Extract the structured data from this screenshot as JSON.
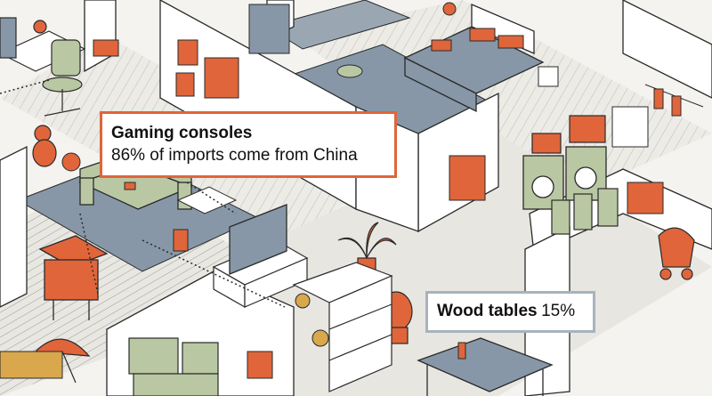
{
  "callouts": {
    "gaming": {
      "title": "Gaming consoles",
      "subtitle": "86% of imports come from China",
      "border_color": "#e0653a"
    },
    "wood": {
      "title": "Wood tables",
      "percent": "15%",
      "border_color": "#a7b3bd"
    }
  },
  "palette": {
    "background": "#f4f3ef",
    "wall": "#ffffff",
    "outline": "#2a2a2a",
    "floor_gray": "#c9ccc9",
    "rug_blue": "#8797a7",
    "accent_orange": "#e0653a",
    "sage_green": "#b9c8a3"
  },
  "scene_items": [
    "desk-chair",
    "teddy-bear",
    "basketball",
    "sofa",
    "lamp",
    "grill",
    "umbrella",
    "tv-stand",
    "television",
    "game-console",
    "palm-plant",
    "bed",
    "robot-vacuum",
    "washer",
    "dryer",
    "laundry-basket",
    "suitcases",
    "stroller",
    "wood-table",
    "bookshelf",
    "storage-boxes"
  ]
}
